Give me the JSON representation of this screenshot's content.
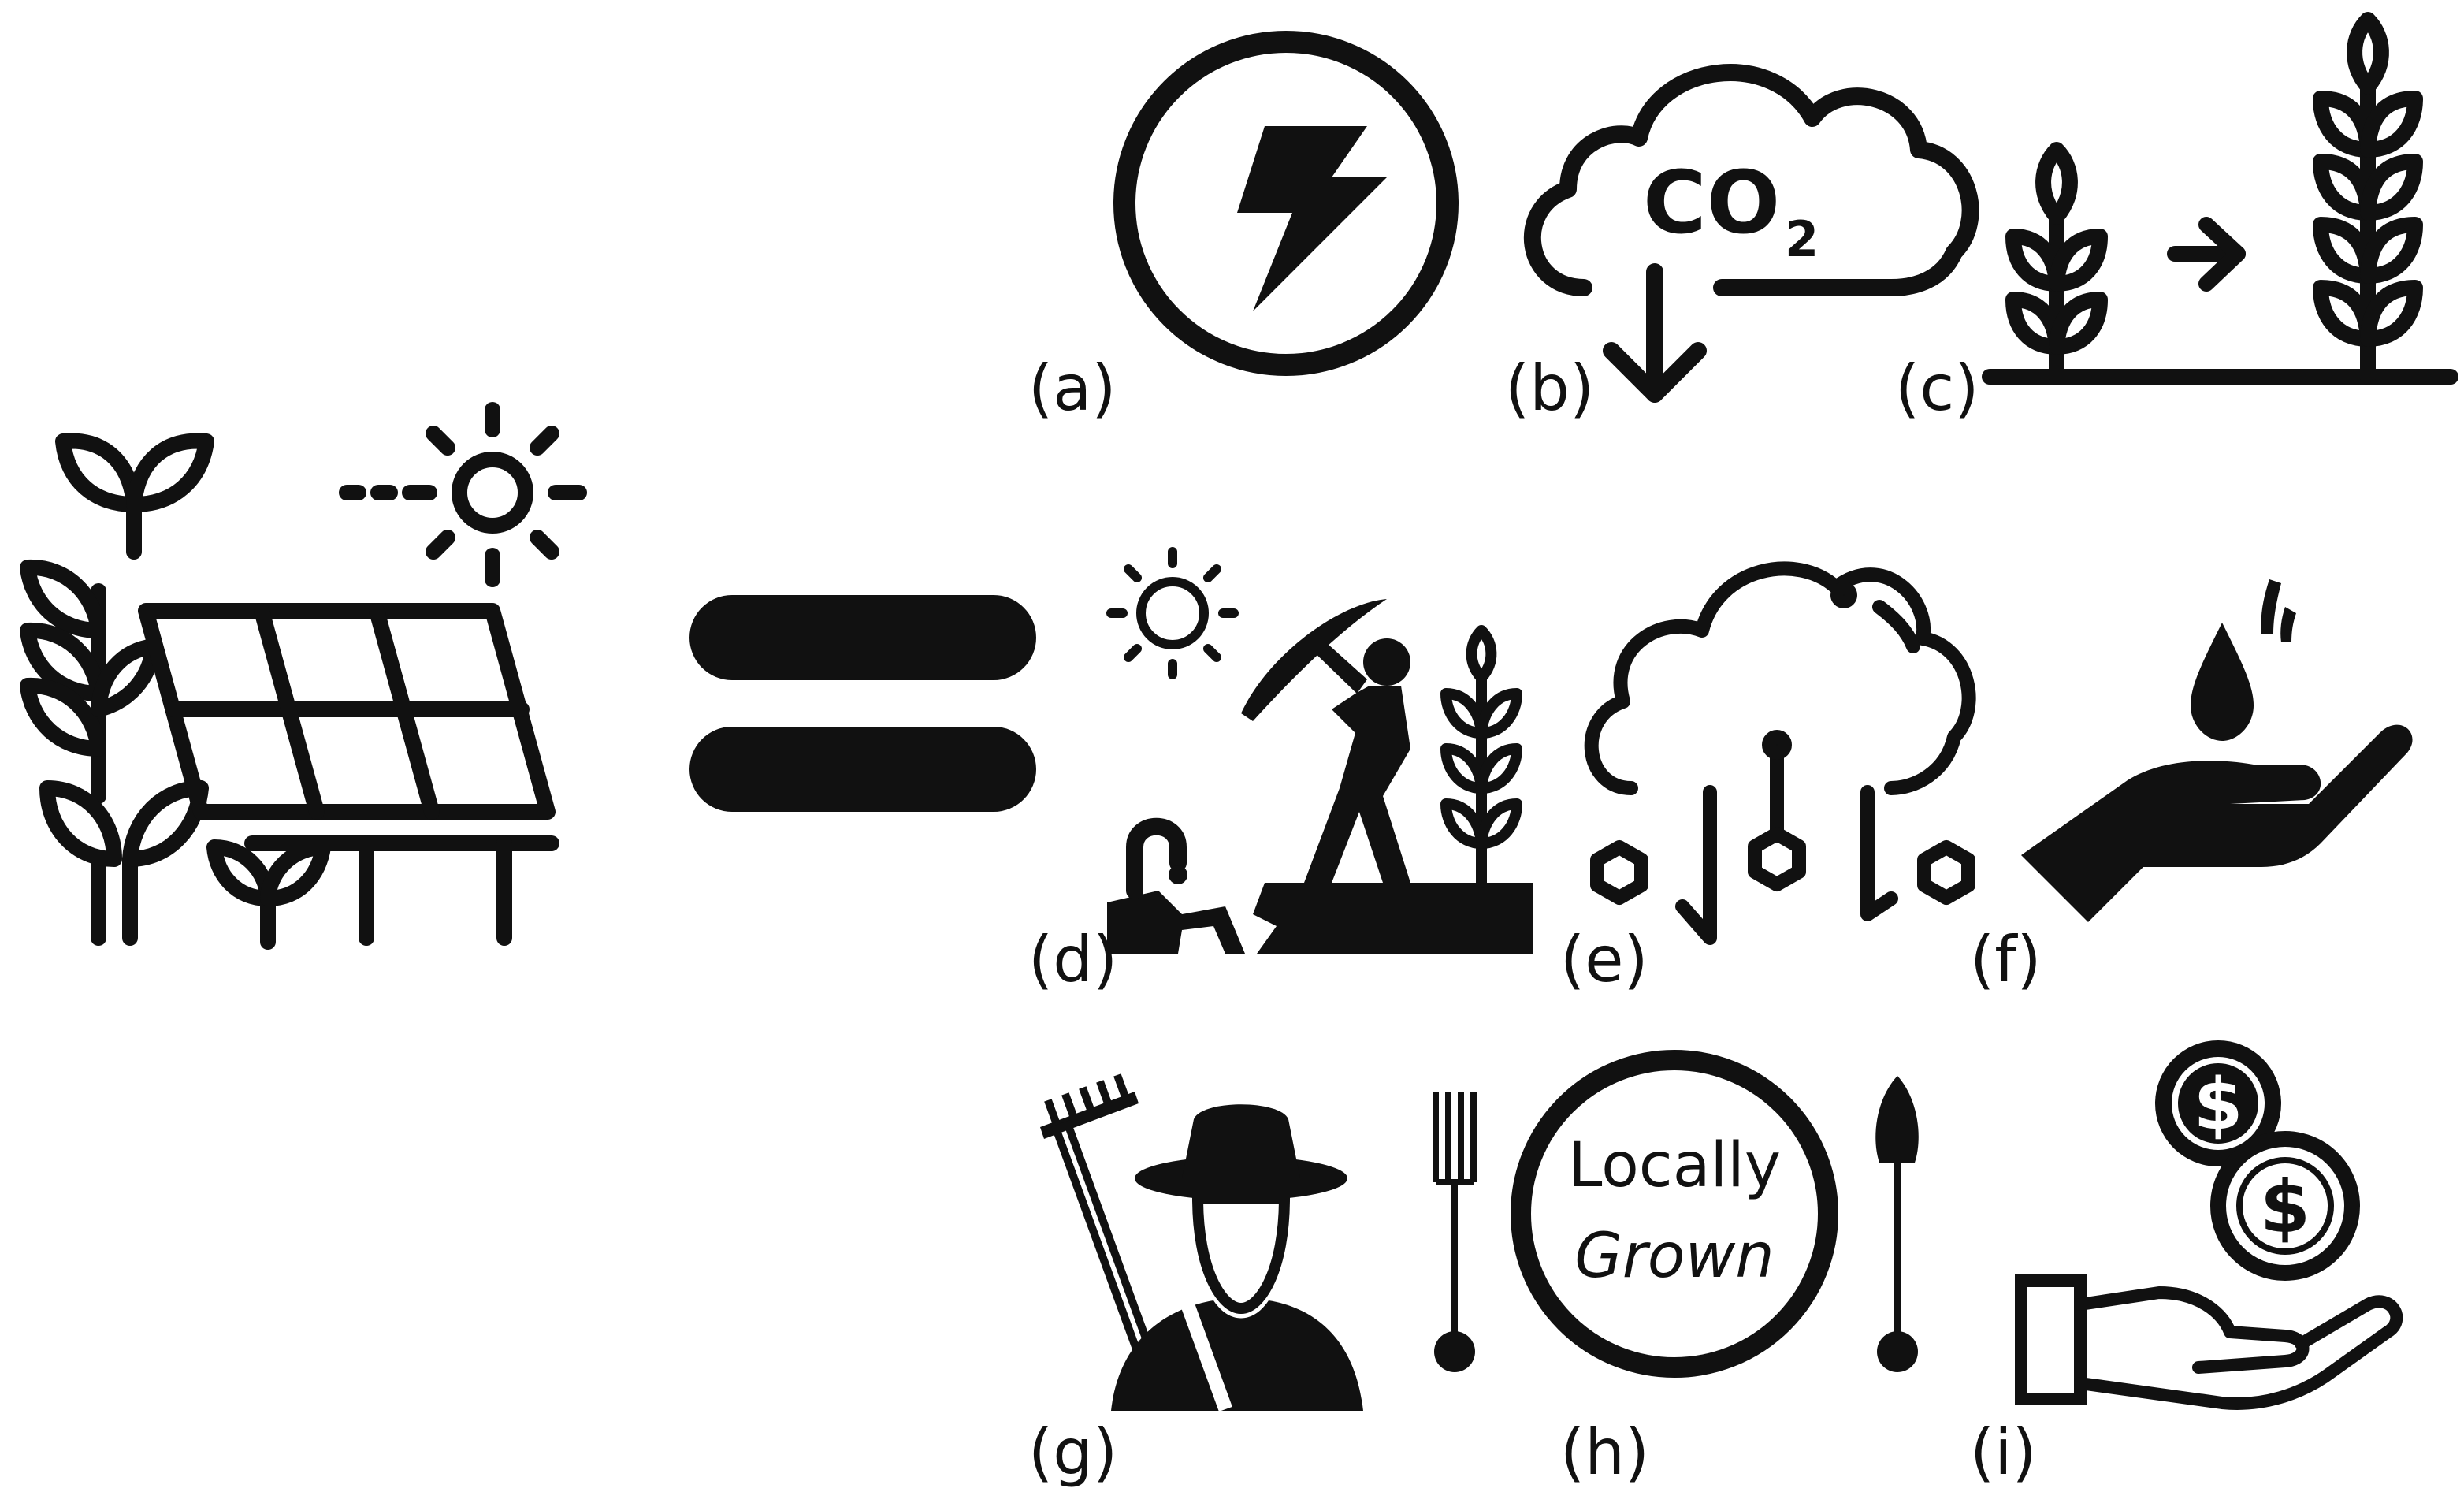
{
  "colors": {
    "ink": "#111111",
    "background": "#ffffff"
  },
  "panels": [
    {
      "label": "(a)",
      "icon": "energy-bolt-icon"
    },
    {
      "label": "(b)",
      "icon": "co2-reduction-cloud-icon"
    },
    {
      "label": "(c)",
      "icon": "crop-growth-icon"
    },
    {
      "label": "(d)",
      "icon": "sun-farmer-irrigation-icon"
    },
    {
      "label": "(e)",
      "icon": "cloud-molecule-rain-icon"
    },
    {
      "label": "(f)",
      "icon": "water-saving-hand-icon"
    },
    {
      "label": "(g)",
      "icon": "farmer-with-rake-icon"
    },
    {
      "label": "(h)",
      "icon": "locally-grown-plate-icon"
    },
    {
      "label": "(i)",
      "icon": "money-in-hand-icon"
    }
  ],
  "co2": {
    "main": "CO",
    "sub": "2"
  },
  "plate": {
    "line1": "Locally",
    "line2": "Grown"
  }
}
